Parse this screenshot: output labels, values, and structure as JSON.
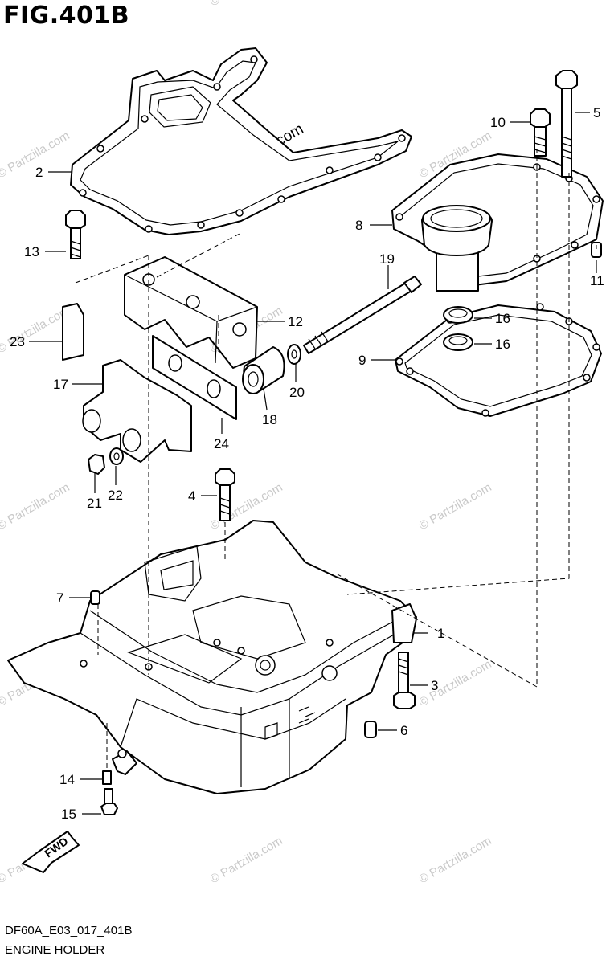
{
  "figure": {
    "title": "FIG.401B",
    "code": "DF60A_E03_017_401B",
    "caption": "ENGINE HOLDER"
  },
  "watermark": {
    "main": "© Partzilla.com",
    "faint": "© Partzilla.com"
  },
  "fwd_label": "FWD",
  "callouts": {
    "c1": "1",
    "c2": "2",
    "c3": "3",
    "c4": "4",
    "c5": "5",
    "c6": "6",
    "c7": "7",
    "c8": "8",
    "c9": "9",
    "c10": "10",
    "c11": "11",
    "c12": "12",
    "c13": "13",
    "c14": "14",
    "c15": "15",
    "c16a": "16",
    "c16b": "16",
    "c17": "17",
    "c18": "18",
    "c19": "19",
    "c20": "20",
    "c21": "21",
    "c22": "22",
    "c23": "23",
    "c24": "24"
  }
}
